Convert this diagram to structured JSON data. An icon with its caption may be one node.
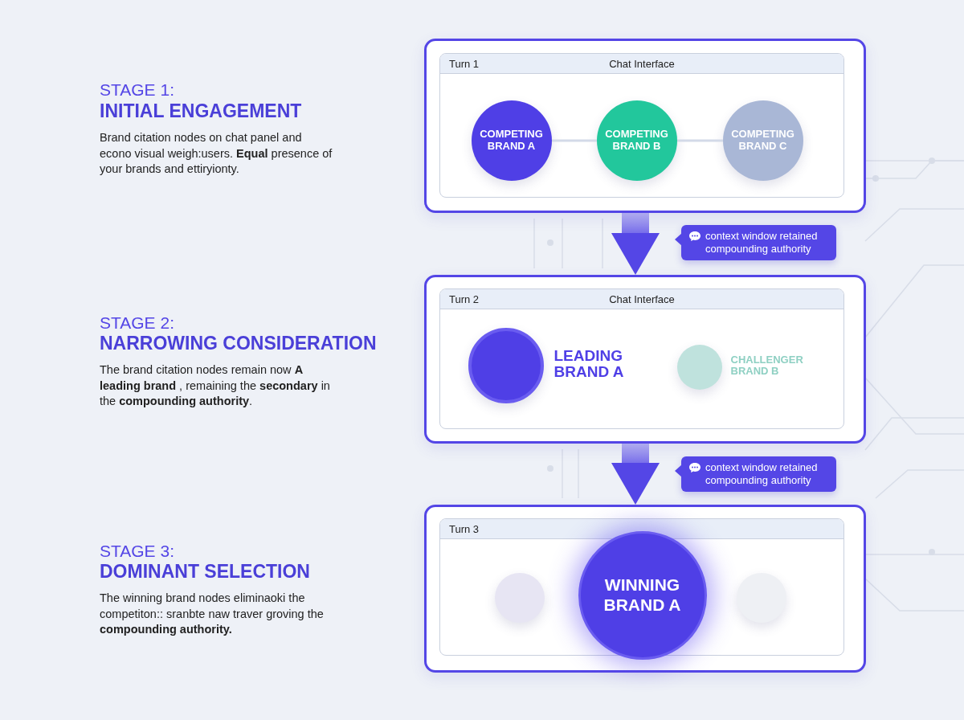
{
  "diagram": {
    "nodes": [
      {
        "text": [],
        "shape": "box"
      },
      {
        "text": [
          "Turn 1",
          "Chat Interface"
        ],
        "in": 0
      },
      {
        "text": [
          "COMPETING BRAND A"
        ],
        "in": 1
      },
      {
        "text": [
          "COMPETING BRAND B"
        ],
        "in": 1
      },
      {
        "text": [
          "COMPETING BRAND C"
        ],
        "in": 1
      },
      {
        "text": [],
        "shape": "box"
      },
      {
        "text": [
          "Turn 2",
          "Chat Interface"
        ],
        "in": 5
      },
      {
        "text": [],
        "shape": "circle",
        "in": 6,
        "beside": [
          "LEADING BRAND A"
        ]
      },
      {
        "text": [],
        "shape": "circle",
        "in": 6,
        "beside": [
          "CHALLENGER BRAND B"
        ]
      },
      {
        "text": [],
        "shape": "box"
      },
      {
        "text": [
          "Turn 3"
        ],
        "in": 9
      },
      {
        "text": [],
        "shape": "circle",
        "in": 10
      },
      {
        "text": [
          "WINNING BRAND A"
        ],
        "in": 10
      },
      {
        "text": [],
        "shape": "circle",
        "in": 10
      },
      {
        "text": [
          "context window retained compounding authority"
        ]
      },
      {
        "text": [
          "context window retained compounding authority"
        ]
      }
    ],
    "edges": [
      {
        "from": 2,
        "to": 3,
        "arrow": "none"
      },
      {
        "from": 3,
        "to": 4,
        "arrow": "none"
      },
      {
        "from": 0,
        "to": 5,
        "arrow": "to",
        "style": "thick",
        "color": "#5446e6"
      },
      {
        "from": 5,
        "to": 9,
        "arrow": "to",
        "style": "thick",
        "color": "#5446e6"
      }
    ],
    "labels": [
      "STAGE 1:",
      "INITIAL ENGAGEMENT",
      "Brand citation nodes on chat panel and econo visual weigh:users. **Equal** presence of your brands and ettiryionty.",
      "STAGE 2:",
      "NARROWING CONSIDERATION",
      "The brand citation nodes remain now **A leading brand** , remaining the **secondary** in the **compounding authority**.",
      "STAGE 3:",
      "DOMINANT SELECTION",
      "The winning brand nodes eliminaoki the competiton:: sranbte naw traver groving the **compounding authority.**"
    ]
  }
}
